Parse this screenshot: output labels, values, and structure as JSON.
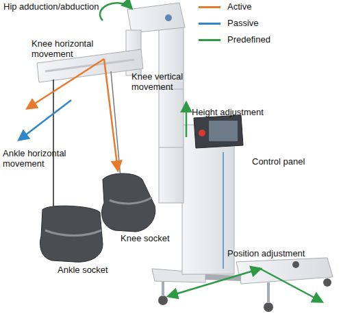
{
  "diagram": {
    "labels": [
      "Hip adduction/abduction",
      "Knee horizontal movement",
      "Knee vertical movement",
      "Height adjustment",
      "Ankle horizontal movement",
      "Control panel",
      "Knee socket",
      "Ankle socket",
      "Position adjustment"
    ],
    "legend": [
      {
        "text": "Active",
        "color": "#E87A2D"
      },
      {
        "text": "Passive",
        "color": "#2F86C8"
      },
      {
        "text": "Predefined",
        "color": "#2E9A44"
      }
    ]
  }
}
